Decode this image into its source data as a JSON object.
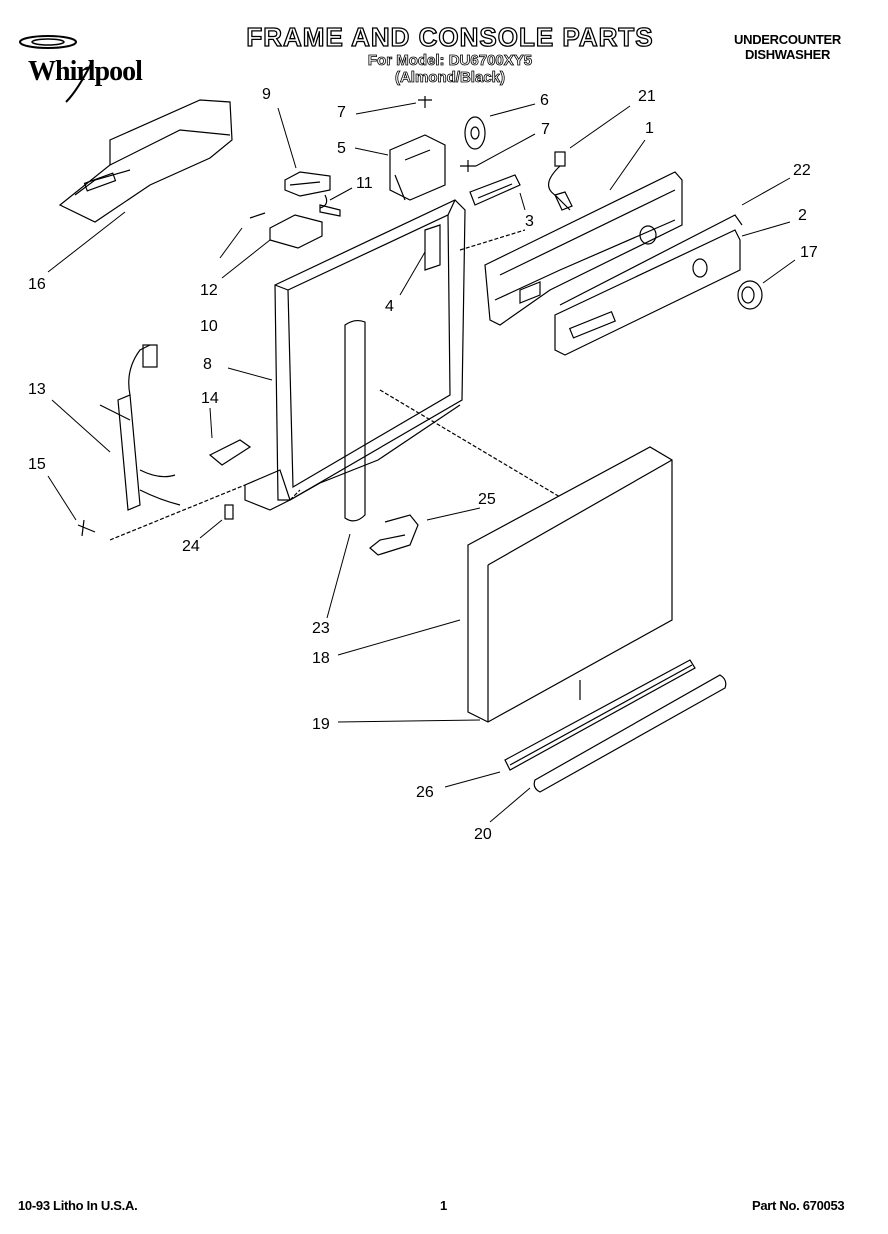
{
  "header": {
    "brand": "Whirlpool",
    "title": "FRAME AND CONSOLE PARTS",
    "model_line": "For Model: DU6700XY5",
    "color_line": "(Almond/Black)",
    "category_line1": "UNDERCOUNTER",
    "category_line2": "DISHWASHER"
  },
  "footer": {
    "litho": "10-93 Litho In U.S.A.",
    "page": "1",
    "part_no": "Part No. 670053"
  },
  "callouts": [
    "1",
    "2",
    "3",
    "4",
    "5",
    "6",
    "7",
    "7",
    "8",
    "9",
    "10",
    "11",
    "12",
    "13",
    "14",
    "15",
    "16",
    "17",
    "18",
    "19",
    "20",
    "21",
    "22",
    "23",
    "24",
    "25",
    "26"
  ]
}
